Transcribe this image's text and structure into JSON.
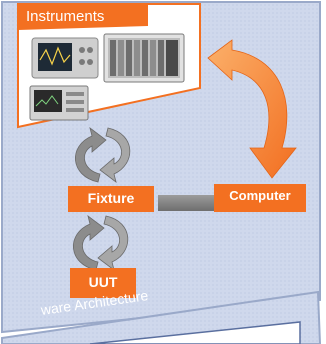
{
  "diagram": {
    "instruments_label": "Instruments",
    "fixture_label": "Fixture",
    "computer_label": "Computer",
    "uut_label": "UUT",
    "architecture_label": "ware Architecture"
  },
  "colors": {
    "orange": "#f37021",
    "panel_blue": "#cfd8ec",
    "panel_border": "#9aa9c9",
    "gray_arrow": "#8c8c8c"
  }
}
